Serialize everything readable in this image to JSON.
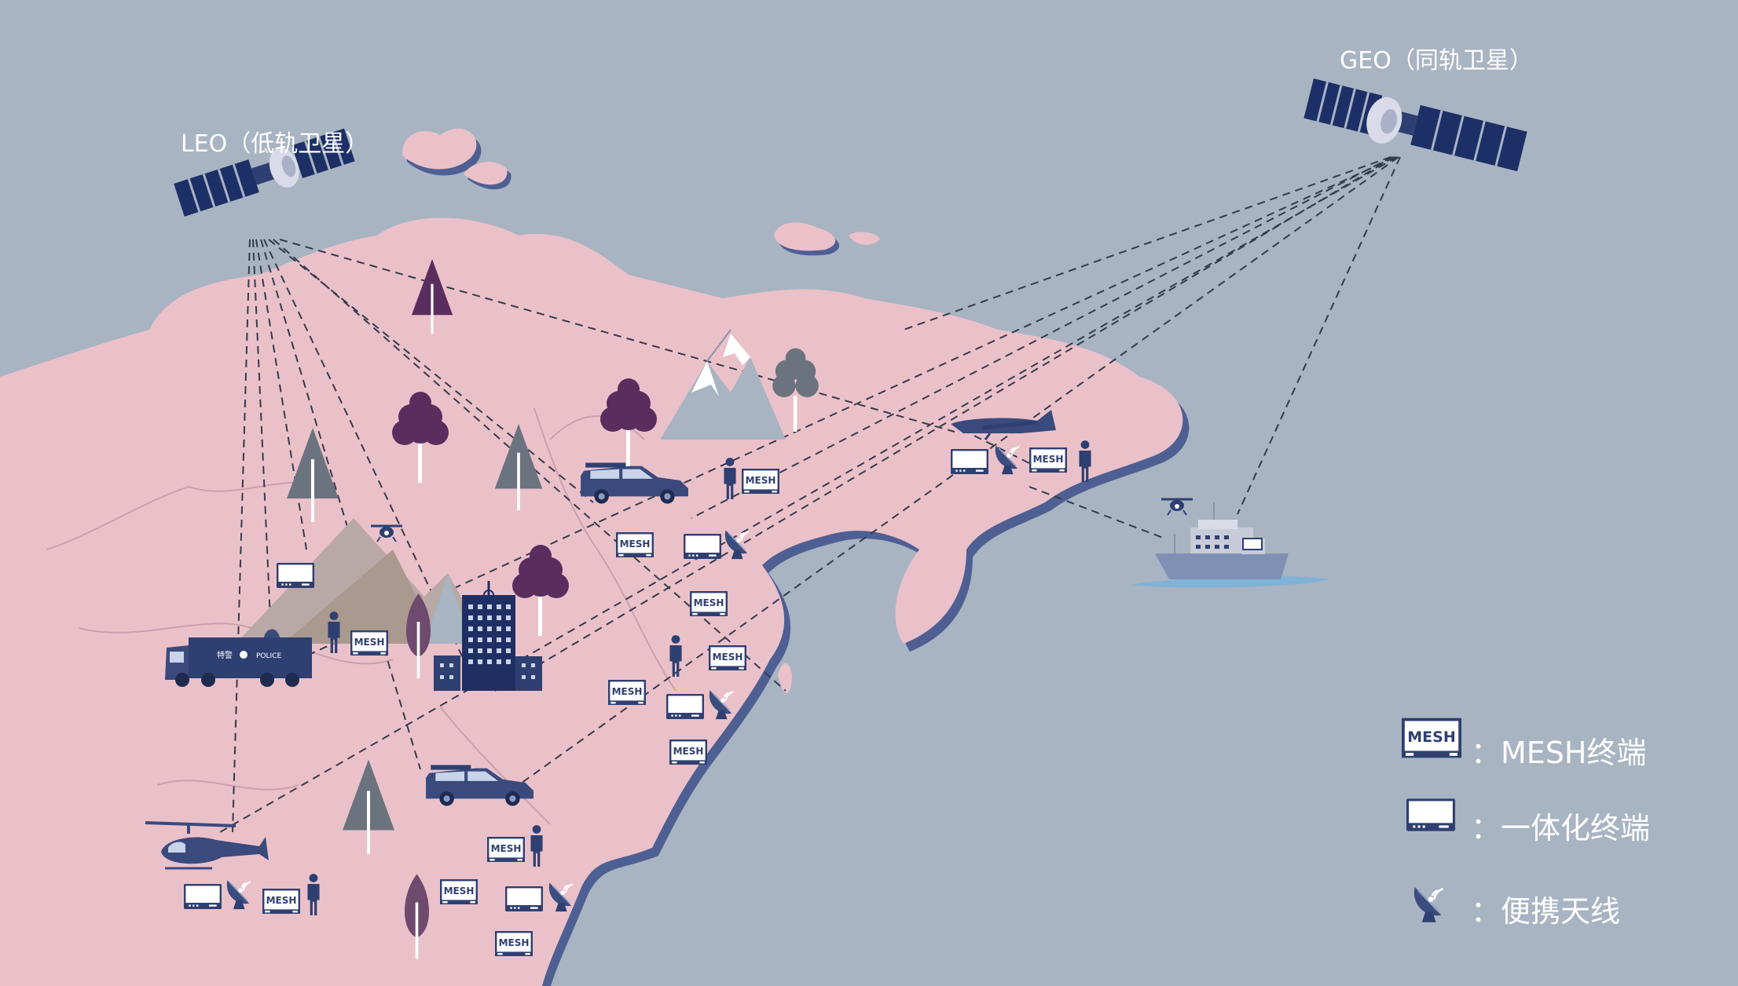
{
  "satellites": {
    "leo_label": "LEO（低轨卫星）",
    "geo_label": "GEO（同轨卫星）"
  },
  "icons": {
    "mesh_label": "MESH",
    "truck_text_left": "特警",
    "truck_text_right": "POLICE"
  },
  "legend": {
    "mesh": "：MESH终端",
    "integrated": "：一体化终端",
    "antenna": "：便携天线"
  },
  "colors": {
    "sea": "#a8b4c2",
    "land": "#ebc1c9",
    "land_shadow": "#4e5f93",
    "navy": "#2e3f72",
    "tree_purple": "#5a2d5f",
    "tree_gray": "#6a737e"
  }
}
